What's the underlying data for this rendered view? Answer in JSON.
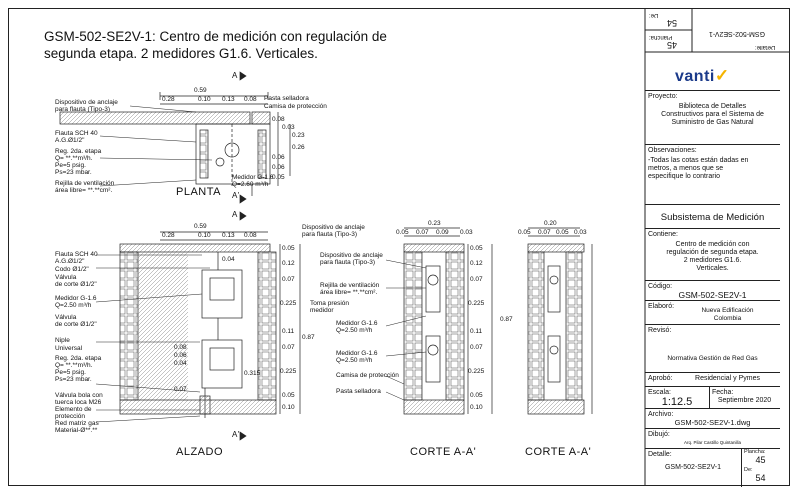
{
  "title": {
    "line1": "GSM-502-SE2V-1: Centro de medición con regulación de",
    "line2": "segunda etapa.  2 medidores G1.6. Verticales."
  },
  "views": {
    "planta": "PLANTA",
    "alzado": "ALZADO",
    "corte1": "CORTE A-A'",
    "corte2": "CORTE A-A'",
    "section_a_top": "A",
    "section_a_bottom": "A'",
    "section_a_top2": "A",
    "section_a_bottom2": "A'"
  },
  "planta_dims": {
    "total": "0.59",
    "d1": "0.28",
    "d2": "0.10",
    "d3": "0.13",
    "d4": "0.08",
    "v1": "0.08",
    "v2": "0.03",
    "v3": "0.23",
    "v4": "0.26",
    "v5": "0.06",
    "v6": "0.06",
    "v7": "0.05"
  },
  "planta_labels": {
    "anclaje": "Dispositivo de anclaje\npara flauta (Tipo-3)",
    "pasta": "Pasta selladora",
    "camisa": "Camisa de protección",
    "flauta": "Flauta SCH 40\nA.G.Ø1/2\"",
    "reg": "Reg. 2da. etapa\nQ= **.**m³/h.\nPe=5 psig.\nPs=23 mbar.",
    "medidor": "Medidor G-1.6\nQ=2.60 m³/h",
    "rejilla": "Rejilla de ventilación\nárea libre= **.**cm²."
  },
  "alzado_dims": {
    "total": "0.59",
    "d1": "0.28",
    "d2": "0.10",
    "d3": "0.13",
    "d4": "0.08",
    "r1": "0.05",
    "r2": "0.12",
    "r3": "0.07",
    "r4": "0.225",
    "r5": "0.11",
    "r6": "0.87",
    "r7": "0.07",
    "r8": "0.225",
    "r9": "0.05",
    "r10": "0.10",
    "i1": "0.04",
    "i2": "0.08",
    "i3": "0.06",
    "i4": "0.04",
    "i5": "0.315",
    "i6": "0.07"
  },
  "alzado_labels": {
    "flauta": "Flauta SCH 40\nA.G.Ø1/2\"",
    "codo": "Codo Ø1/2\"",
    "valvula1": "Válvula\nde corte Ø1/2\"",
    "medidor": "Medidor G-1.6\nQ=2.50 m³/h",
    "valvula2": "Válvula\nde corte Ø1/2\"",
    "niple": "Niple",
    "universal": "Universal",
    "reg": "Reg. 2da. etapa\nQ= **.**m³/h.\nPe=5 psig.\nPs=23 mbar.",
    "valvula_bola": "Válvula bola con\ntuerca loca M26",
    "elemento": "Elemento de\nprotección",
    "red": "Red matriz gas\nMaterial-Ø**.**",
    "anclaje": "Dispositivo de anclaje\npara flauta (Tipo-3)",
    "toma": "Toma presión\nmedidor"
  },
  "corte_dims": {
    "w1": "0.23",
    "a1": "0.05",
    "a2": "0.07",
    "a3": "0.09",
    "a4": "0.03",
    "r1": "0.05",
    "r2": "0.12",
    "r3": "0.07",
    "r4": "0.225",
    "r5": "0.11",
    "r6": "0.87",
    "r7": "0.07",
    "r8": "0.225",
    "r9": "0.05",
    "r10": "0.10",
    "w2": "0.20",
    "b1": "0.05",
    "b2": "0.07",
    "b3": "0.05",
    "b4": "0.03"
  },
  "corte_labels": {
    "anclaje": "Dispositivo de anclaje\npara flauta (Tipo-3)",
    "rejilla": "Rejilla de ventilación\nárea libre= **.**cm².",
    "medidor1": "Medidor G-1.6\nQ=2.50 m³/h",
    "medidor2": "Medidor G-1.6\nQ=2.50 m³/h",
    "camisa": "Camisa de protección",
    "pasta": "Pasta selladora"
  },
  "titleblock": {
    "detalle_label": "Detalle:",
    "detalle_value": "GSM-502-SE2V-1",
    "plancha_label": "Plancha:",
    "plancha_value": "45",
    "de_label": "De:",
    "de_value": "54",
    "brand": "vanti",
    "proyecto_label": "Proyecto:",
    "proyecto_value": "Biblioteca de Detalles\nConstructivos para el Sistema de\nSuministro de Gas Natural",
    "obs_label": "Observaciones:",
    "obs_value": "-Todas las cotas están dadas en\nmetros, a menos que se\nespecifique lo contrario",
    "subsistema": "Subsistema de Medición",
    "contiene_label": "Contiene:",
    "contiene_value": "Centro de medición con\nregulación de segunda etapa.\n2 medidores G1.6.\nVerticales.",
    "codigo_label": "Código:",
    "codigo_value": "GSM-502-SE2V-1",
    "elaboro_label": "Elaboró:",
    "elaboro_value": "Nueva Edificación\nColombia",
    "reviso_label": "Revisó:",
    "reviso_value": "Normativa Gestión de Red Gas",
    "aprobo_label": "Aprobó:",
    "aprobo_value": "Residencial y Pymes",
    "escala_label": "Escala:",
    "escala_value": "1:12.5",
    "fecha_label": "Fecha:",
    "fecha_value": "Septiembre 2020",
    "archivo_label": "Archivo:",
    "archivo_value": "GSM-502-SE2V-1.dwg",
    "dibujo_label": "Dibujó:",
    "dibujo_value": "Arq. Pilar Castillo Quintanilla",
    "detalle2_label": "Detalle:",
    "detalle2_value": "GSM-502-SE2V-1",
    "plancha2_label": "Plancha:",
    "plancha2_value": "45",
    "de2_label": "De:",
    "de2_value": "54"
  }
}
